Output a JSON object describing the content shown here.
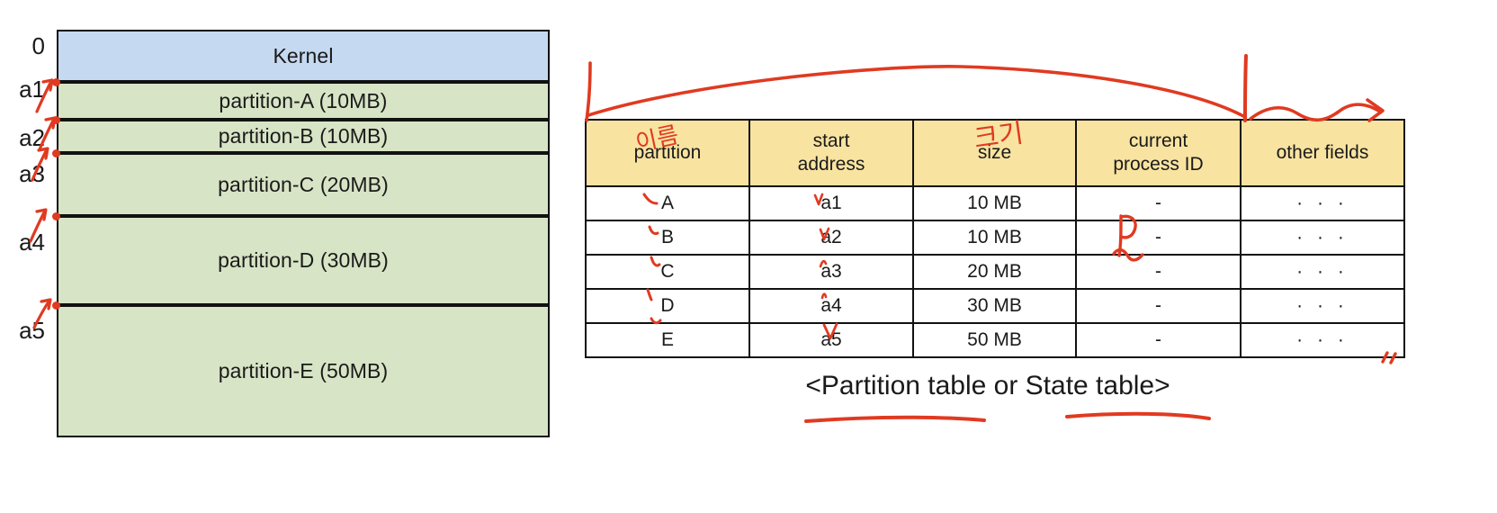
{
  "memory_diagram": {
    "name": "main-memory-layout",
    "blocks": [
      {
        "label": "Kernel",
        "kind": "kernel",
        "start_address": "0",
        "size_mb": null
      },
      {
        "label": "partition-A (10MB)",
        "kind": "partition",
        "start_address": "a1",
        "size_mb": 10
      },
      {
        "label": "partition-B (10MB)",
        "kind": "partition",
        "start_address": "a2",
        "size_mb": 10
      },
      {
        "label": "partition-C (20MB)",
        "kind": "partition",
        "start_address": "a3",
        "size_mb": 20
      },
      {
        "label": "partition-D (30MB)",
        "kind": "partition",
        "start_address": "a4",
        "size_mb": 30
      },
      {
        "label": "partition-E (50MB)",
        "kind": "partition",
        "start_address": "a5",
        "size_mb": 50
      }
    ],
    "address_labels": [
      "0",
      "a1",
      "a2",
      "a3",
      "a4",
      "a5"
    ],
    "colors": {
      "kernel_fill": "#c5d9f1",
      "partition_fill": "#d7e4c5",
      "border": "#111111",
      "annotation": "#e03a21"
    }
  },
  "partition_table": {
    "caption": "<Partition table or State table>",
    "headers": [
      "partition",
      "start\naddress",
      "size",
      "current\nprocess ID",
      "other fields"
    ],
    "header_lines": {
      "partition": [
        "partition"
      ],
      "start_address": [
        "start",
        "address"
      ],
      "size": [
        "size"
      ],
      "current_process_id": [
        "current",
        "process ID"
      ],
      "other_fields": [
        "other fields"
      ]
    },
    "rows": [
      {
        "partition": "A",
        "start_address": "a1",
        "size": "10 MB",
        "current_process_id": "-",
        "other_fields": "· · ·"
      },
      {
        "partition": "B",
        "start_address": "a2",
        "size": "10 MB",
        "current_process_id": "-",
        "other_fields": "· · ·"
      },
      {
        "partition": "C",
        "start_address": "a3",
        "size": "20 MB",
        "current_process_id": "-",
        "other_fields": "· · ·"
      },
      {
        "partition": "D",
        "start_address": "a4",
        "size": "30 MB",
        "current_process_id": "-",
        "other_fields": "· · ·"
      },
      {
        "partition": "E",
        "start_address": "a5",
        "size": "50 MB",
        "current_process_id": "-",
        "other_fields": "· · ·"
      }
    ],
    "header_fill": "#f8e3a0",
    "body_fill": "#ffffff"
  },
  "annotations": {
    "ink_color": "#e03a21",
    "handwritten_partition_label": "이름",
    "handwritten_size_label": "크기",
    "handwritten_process_mark": "P",
    "notes": [
      "red arc spanning table top from partition column to other-fields divider",
      "red squiggle with arrowhead to the right of the other-fields divider",
      "red tick marks beside each partition letter and start address",
      "red underline under 'Partition table' and under 'State table'",
      "red double-slash mark at bottom-right of table",
      "red up-right arrows beside a1..a5 address labels"
    ]
  }
}
